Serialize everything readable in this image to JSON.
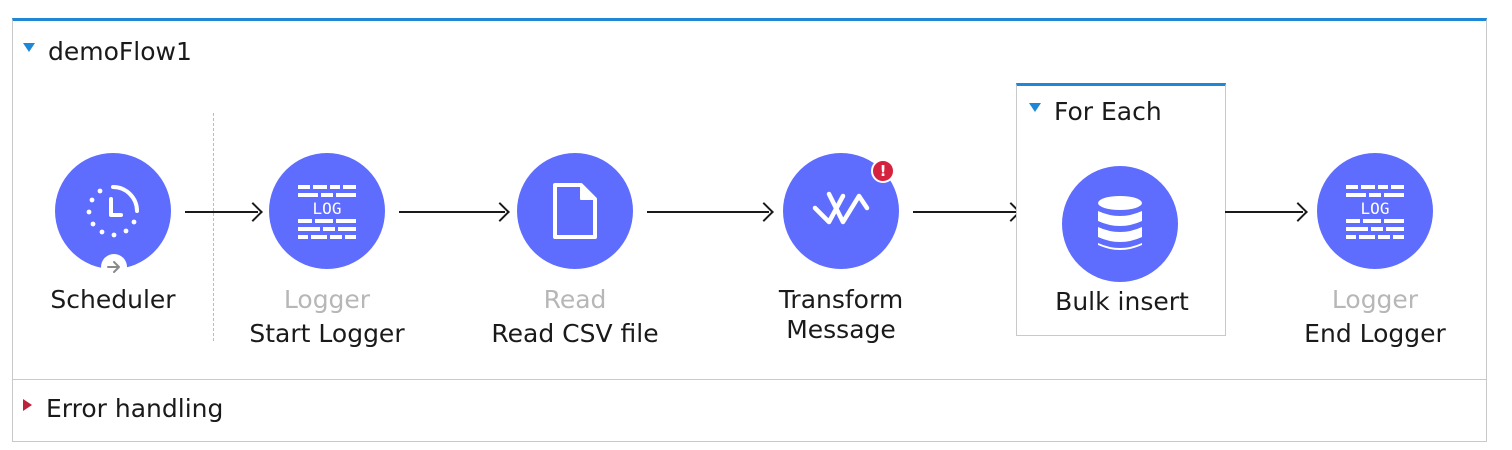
{
  "flow": {
    "title": "demoFlow1",
    "colors": {
      "accent": "#1e88d6",
      "node": "#5f6dff",
      "error": "#d5233f",
      "muted": "#b7b7b7"
    }
  },
  "nodes": {
    "scheduler": {
      "name": "Scheduler",
      "icon": "clock-icon"
    },
    "start_logger": {
      "type": "Logger",
      "name": "Start Logger",
      "icon": "log-icon",
      "icon_text": "LOG"
    },
    "read": {
      "type": "Read",
      "name": "Read CSV file",
      "icon": "file-icon"
    },
    "transform": {
      "line1": "Transform",
      "line2": "Message",
      "icon": "dataweave-icon",
      "warning": "!"
    },
    "bulk_insert": {
      "name": "Bulk insert",
      "icon": "database-icon"
    },
    "end_logger": {
      "type": "Logger",
      "name": "End Logger",
      "icon": "log-icon",
      "icon_text": "LOG"
    }
  },
  "for_each": {
    "title": "For Each"
  },
  "error_handling": {
    "title": "Error handling"
  }
}
